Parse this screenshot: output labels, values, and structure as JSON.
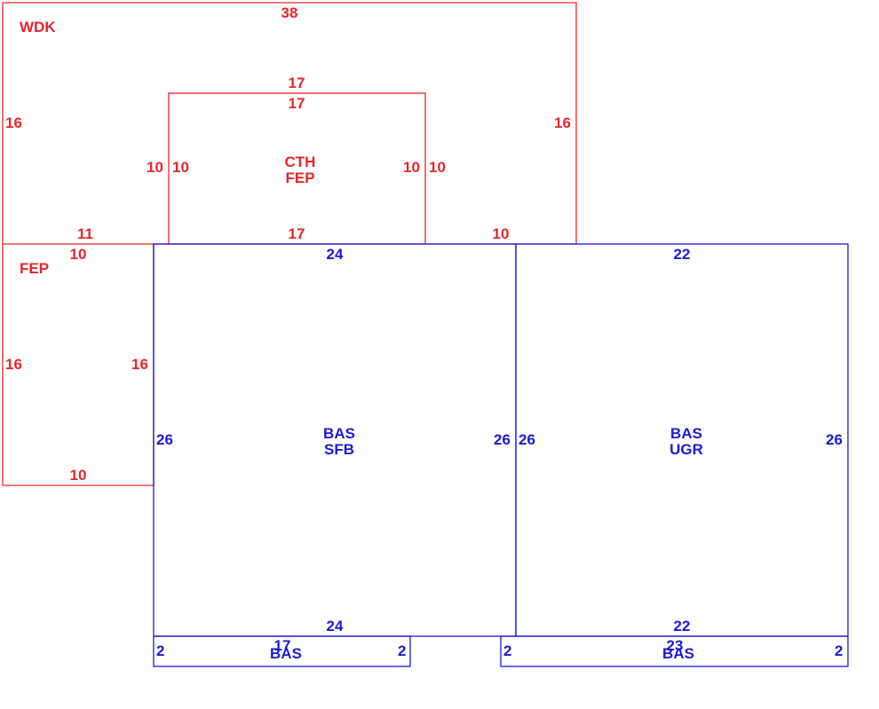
{
  "colors": {
    "red": "#e8262a",
    "blue": "#1a1ad6"
  },
  "wdk": {
    "code": "WDK",
    "top": "38",
    "left": "16",
    "right": "16",
    "bottom_left": "11",
    "bottom_right": "10"
  },
  "cth": {
    "code1": "CTH",
    "code2": "FEP",
    "top_outer": "17",
    "top_inner": "17",
    "left_outer": "10",
    "left_inner": "10",
    "right_inner": "10",
    "right_outer": "10",
    "bottom": "17"
  },
  "fep": {
    "code": "FEP",
    "top": "10",
    "left": "16",
    "right": "16",
    "bottom": "10"
  },
  "bas_sfb": {
    "code1": "BAS",
    "code2": "SFB",
    "top": "24",
    "left": "26",
    "right": "26",
    "bottom": "24"
  },
  "bas_ugr": {
    "code1": "BAS",
    "code2": "UGR",
    "top": "22",
    "left": "26",
    "right": "26",
    "bottom": "22"
  },
  "bas_strip1": {
    "code1": "BAS",
    "code2": "17",
    "left": "2",
    "right": "2"
  },
  "bas_strip2": {
    "code1": "BAS",
    "code2": "23",
    "left": "2",
    "right": "2"
  }
}
